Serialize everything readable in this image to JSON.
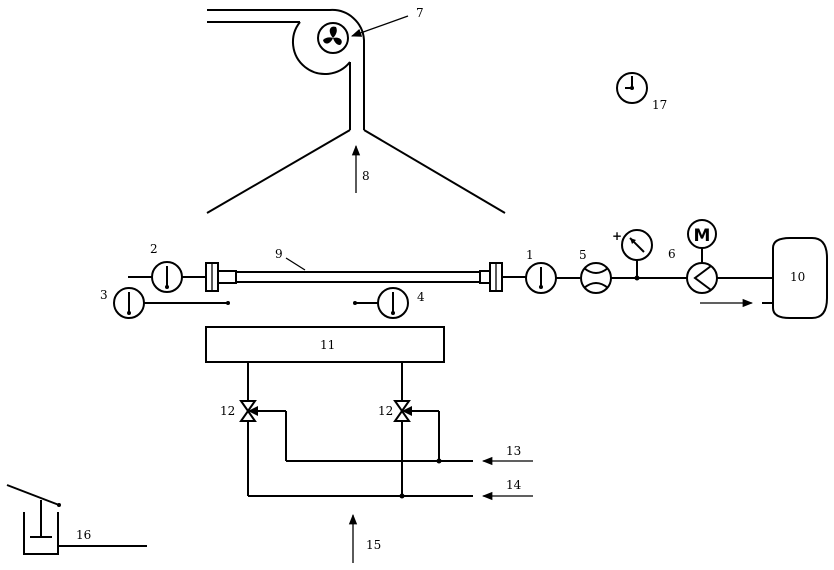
{
  "labels": {
    "l1": "1",
    "l2": "2",
    "l3": "3",
    "l4": "4",
    "l5": "5",
    "l6": "6",
    "l7": "7",
    "l8": "8",
    "l9": "9",
    "l10": "10",
    "l11": "11",
    "l12a": "12",
    "l12b": "12",
    "l13": "13",
    "l14": "14",
    "l15": "15",
    "l16": "16",
    "l17": "17"
  },
  "pump_motor_letter": "M",
  "gauge_sign": "+"
}
